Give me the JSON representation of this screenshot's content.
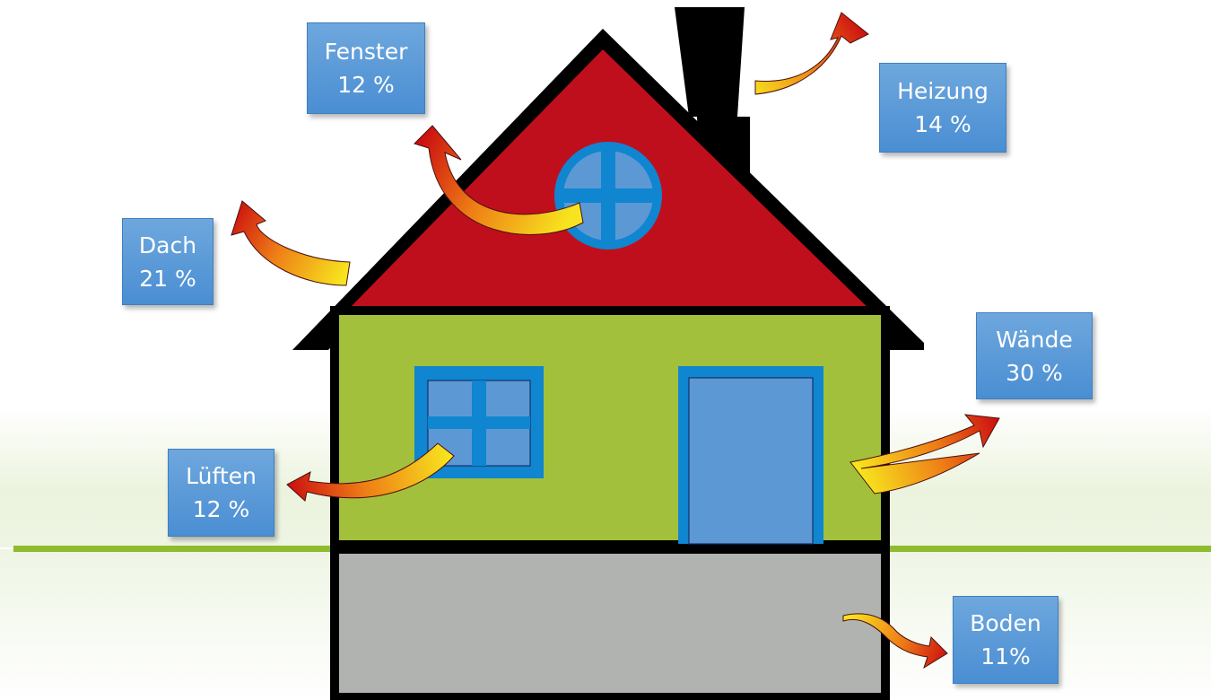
{
  "heat_loss_labels": {
    "fenster": {
      "name": "Fenster",
      "value": "12 %"
    },
    "heizung": {
      "name": "Heizung",
      "value": "14 %"
    },
    "dach": {
      "name": "Dach",
      "value": "21 %"
    },
    "waende": {
      "name": "Wände",
      "value": "30 %"
    },
    "lueften": {
      "name": "Lüften",
      "value": "12 %"
    },
    "boden": {
      "name": "Boden",
      "value": "11%"
    }
  },
  "colors": {
    "roof": "#c00f1c",
    "walls": "#a2c03c",
    "basement": "#b1b3b0",
    "window_blue": "#5c99d4",
    "frame_blue": "#1085d0",
    "ground_line": "#8fbb2c",
    "label_box": "#5a9ad8",
    "arrow_start": "#f5e31c",
    "arrow_end": "#cc1010"
  },
  "icons": [
    "heat-arrow-icon",
    "chimney-icon",
    "round-window-icon",
    "window-icon",
    "door-icon"
  ]
}
